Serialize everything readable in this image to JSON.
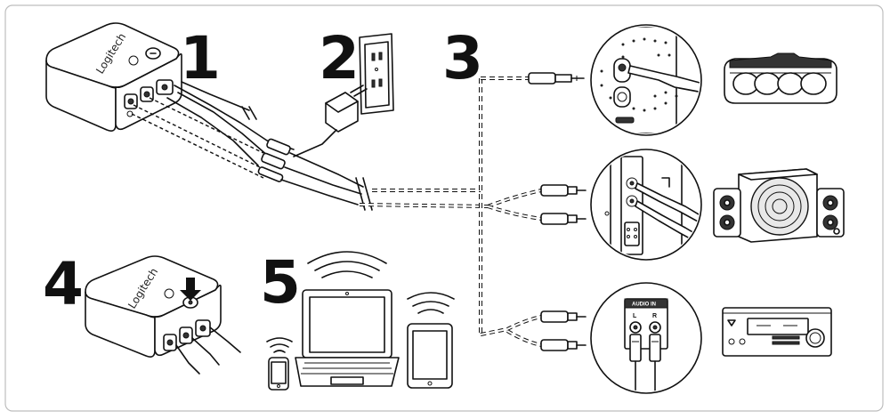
{
  "steps": [
    "1",
    "2",
    "3",
    "4",
    "5"
  ],
  "brand_logo": "Logitech",
  "panel_label": "AUDIO IN",
  "channel_left": "L",
  "channel_right": "R",
  "icons": [
    "logitech-receiver",
    "wall-outlet",
    "power-adapter",
    "pairing-button",
    "laptop",
    "tablet",
    "smartphone",
    "wifi-signal",
    "portable-speaker",
    "speaker-system",
    "av-receiver",
    "rca-plug",
    "mini-jack-plug"
  ]
}
